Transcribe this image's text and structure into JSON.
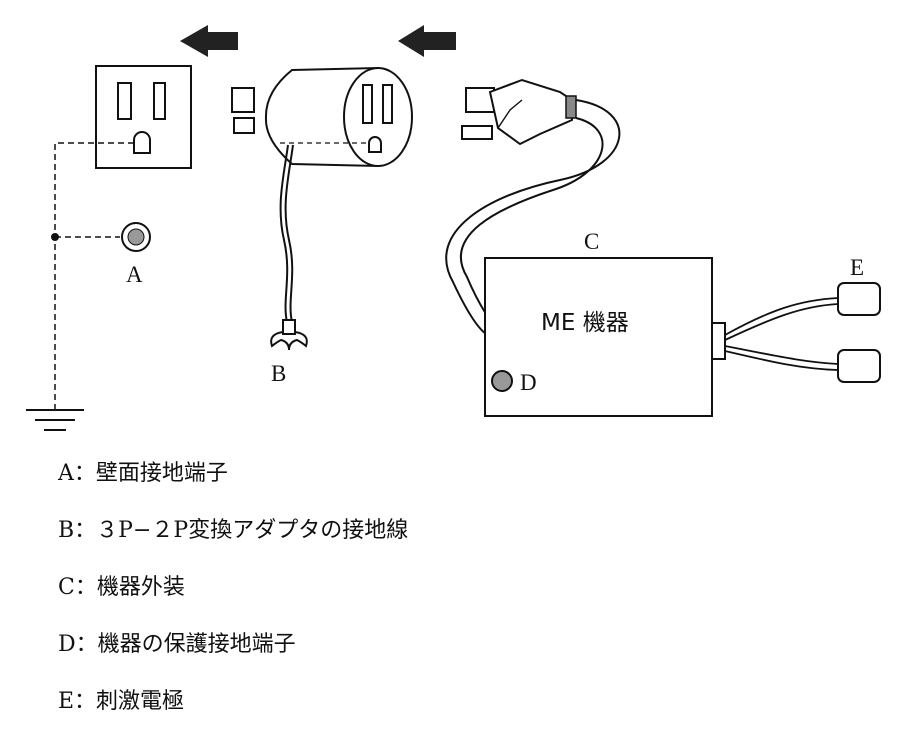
{
  "diagram": {
    "labels": {
      "a": "A",
      "b": "B",
      "c": "C",
      "d": "D",
      "e": "E",
      "me_device": "ME 機器"
    }
  },
  "legend": {
    "items": [
      {
        "key": "A",
        "text": "A：壁面接地端子"
      },
      {
        "key": "B",
        "text": "B：３P−２P変換アダプタの接地線"
      },
      {
        "key": "C",
        "text": "C：機器外装"
      },
      {
        "key": "D",
        "text": "D：機器の保護接地端子"
      },
      {
        "key": "E",
        "text": "E：刺激電極"
      }
    ]
  }
}
